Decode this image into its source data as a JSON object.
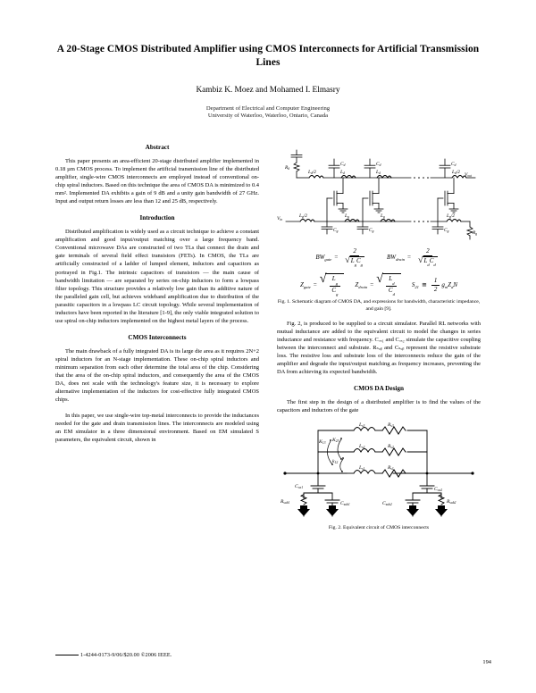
{
  "paper": {
    "title": "A 20-Stage CMOS Distributed Amplifier using CMOS Interconnects for Artificial Transmission Lines",
    "authors": "Kambiz K. Moez and Mohamed I. Elmasry",
    "affiliation_line1": "Department of Electrical and Computer Engineering",
    "affiliation_line2": "University of Waterloo, Waterloo, Ontario, Canada"
  },
  "left_column": {
    "abstract_heading": "Abstract",
    "abstract_text": "This paper presents an area-efficient 20-stage distributed amplifier implemented in 0.18 µm CMOS process. To implement the artificial transmission line of the distributed amplifier, single-wire CMOS interconnects are employed instead of conventional on-chip spiral inductors. Based on this technique the area of CMOS DA is minimized to 0.4 mm². Implemented DA exhibits a gain of 9 dB and a unity gain bandwidth of 27 GHz. Input and output return losses are less than 12 and 25 dB, respectively.",
    "intro_heading": "Introduction",
    "intro_p1": "Distributed amplification is widely used as a circuit technique to achieve a constant amplification and good input/output matching over a large frequency band. Conventional microwave DAs are constructed of two TLs that connect the drain and gate terminals of several field effect transistors (FETs). In CMOS, the TLs are artificially constructed of a ladder of lumped element, inductors and capacitors as portrayed in Fig.1. The intrinsic capacitors of transistors — the main cause of bandwidth limitation — are separated by series on-chip inductors to form a lowpass filter topology. This structure provides a relatively low gain than its additive nature of the paralleled gain cell, but achieves wideband amplification due to distribution of the parasitic capacitors in a lowpass LC circuit topology. While several implementation of inductors have been reported in the literature [1-9], the only viable integrated solution to use spiral on-chip inductors implemented on the highest metal layers of the process.",
    "sec2_heading": "CMOS Interconnects",
    "sec2_p1": "The main drawback of a fully integrated DA is its large die area as it requires 2N+2 spiral inductors for an N-stage implementation. These on-chip spiral inductors and minimum separation from each other determine the total area of the chip. Considering that the area of the on-chip spiral inductors, and consequently the area of the CMOS DA, does not scale with the technology's feature size, it is necessary to explore alternative implementation of the inductors for cost-effective fully integrated CMOS chips.",
    "sec2_p2": "In this paper, we use single-wire top-metal interconnects to provide the inductances needed for the gate and drain transmission lines. The interconnects are modeled using an EM simulator in a three dimensional environment. Based on EM simulated S parameters, the equivalent circuit, shown in"
  },
  "right_column": {
    "fig1_caption": "Fig. 1. Schematic diagram of CMOS DA, and expressions for bandwidth, characteristic impedance, and gain [9].",
    "fig1_labels": {
      "rd": "R",
      "rd_sub": "d",
      "vout": "V",
      "vout_sub": "out",
      "vin": "V",
      "vin_sub": "in",
      "rg": "R",
      "rg_sub": "g",
      "ld_half": "L",
      "ld_half_sub": "d/2",
      "lg_half": "L",
      "lg_half_sub": "g/2",
      "ld": "L",
      "ld_sub": "d",
      "lg": "L",
      "lg_sub": "g",
      "cd": "C",
      "cd_sub": "d",
      "cg": "C",
      "cg_sub": "g",
      "ellipsis": "• • • • • •"
    },
    "equations": {
      "bw_gate_lhs": "BW",
      "bw_gate_lhs_sub": "gate",
      "bw_gate_num": "2",
      "bw_gate_den": "L",
      "bw_gate_den_sub1": "g",
      "bw_gate_den2": "C",
      "bw_gate_den_sub2": "g",
      "bw_drain_lhs": "BW",
      "bw_drain_lhs_sub": "drain",
      "bw_drain_num": "2",
      "bw_drain_den": "L",
      "bw_drain_den_sub1": "d",
      "bw_drain_den2": "C",
      "bw_drain_den_sub2": "d",
      "z_gate_lhs": "Z",
      "z_gate_lhs_sub": "gate",
      "z_gate_num": "L",
      "z_gate_num_sub": "g",
      "z_gate_den": "C",
      "z_gate_den_sub": "g",
      "z_drain_lhs": "Z",
      "z_drain_lhs_sub": "drain",
      "z_drain_num": "L",
      "z_drain_num_sub": "d",
      "z_drain_den": "C",
      "z_drain_den_sub": "d",
      "s21_lhs": "S",
      "s21_lhs_sub": "21",
      "s21_rel": "≅",
      "s21_num": "1",
      "s21_den": "2",
      "s21_tail": "g",
      "s21_tail_sub": "m",
      "s21_tail2": "Z",
      "s21_tail2_sub": "d",
      "s21_tail3": "N",
      "equals": "="
    },
    "body_p1": "Fig. 2, is produced to be supplied to a circuit simulator. Parallel RL networks with mutual inductance are added to the equivalent circuit to model the changes in series inductance and resistance with frequency. Cₒₓ₁ and Cₒₓ₂ simulate the capacitive coupling between the interconnect and substrate. Rₛᵤᵦ and Cₛᵤᵦ represent the resistive substrate loss. The resistive loss and substrate loss of the interconnects reduce the gain of the amplifier and degrade the input/output matching as frequency increases, preventing the DA from achieving its expected bandwidth.",
    "sec3_heading": "CMOS DA Design",
    "body_p2": "The first step in the design of a distributed amplifier is to find the values of the capacitors and inductors of the gate",
    "fig2_caption": "Fig. 2. Equivalent circuit of CMOS interconnects",
    "fig2_labels": {
      "ls3": "L",
      "ls3_sub": "s3",
      "rs3": "R",
      "rs3_sub": "s3",
      "ls2": "L",
      "ls2_sub": "s2",
      "rs2": "R",
      "rs2_sub": "s2",
      "ls1": "L",
      "ls1_sub": "s1",
      "rs1": "R",
      "rs1_sub": "s1",
      "k13": "K",
      "k13_sub": "13",
      "k23": "K",
      "k23_sub": "23",
      "k12": "K",
      "k12_sub": "12",
      "cox1": "C",
      "cox1_sub": "ox1",
      "cox2": "C",
      "cox2_sub": "ox2",
      "rsub1": "R",
      "rsub1_sub": "sub1",
      "csub1": "C",
      "csub1_sub": "sub1",
      "rsub2": "R",
      "rsub2_sub": "sub2",
      "csub2": "C",
      "csub2_sub": "sub2"
    }
  },
  "footer": {
    "copyright": "1-4244-0173-9/06/$20.00 ©2006 IEEE.",
    "page_number": "194"
  }
}
